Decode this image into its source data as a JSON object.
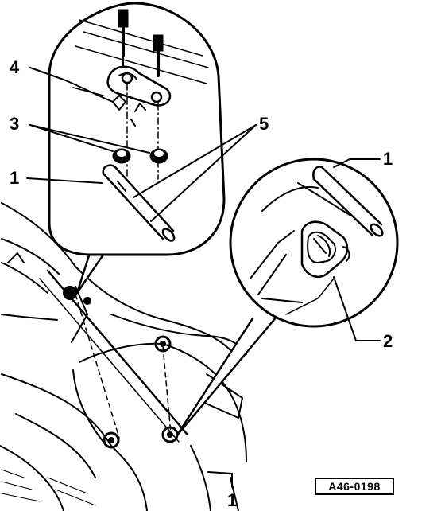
{
  "callouts": {
    "c4": "4",
    "c3": "3",
    "c1_left": "1",
    "c5": "5",
    "c1_right": "1",
    "c2": "2",
    "c1_bottom": "1"
  },
  "reference_code": "A46-0198",
  "colors": {
    "ink": "#000000",
    "paper": "#ffffff"
  }
}
